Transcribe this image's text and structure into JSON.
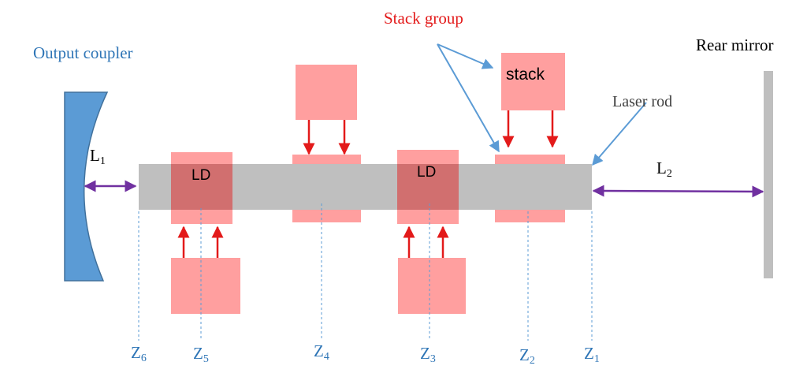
{
  "labels": {
    "output_coupler": "Output coupler",
    "rear_mirror": "Rear mirror",
    "stack_group": "Stack group",
    "stack": "stack",
    "laser_rod": "Laser rod",
    "ld_left": "LD",
    "ld_right": "LD",
    "l1_base": "L",
    "l1_sub": "1",
    "l2_base": "L",
    "l2_sub": "2"
  },
  "positions": [
    {
      "base": "Z",
      "sub": "6"
    },
    {
      "base": "Z",
      "sub": "5"
    },
    {
      "base": "Z",
      "sub": "4"
    },
    {
      "base": "Z",
      "sub": "3"
    },
    {
      "base": "Z",
      "sub": "2"
    },
    {
      "base": "Z",
      "sub": "1"
    }
  ],
  "colors": {
    "coupler": "#5b9bd5",
    "coupler_stroke": "#41719c",
    "mirror": "#bfbfbf",
    "rod": "#bfbfbf",
    "pink": "#ff9f9f",
    "overlap": "#d16f6f",
    "red_arrow": "#e31a1a",
    "purple_arrow": "#7030a0",
    "callout": "#5b9bd5",
    "blue_text": "#2e75b6",
    "red_text": "#e31a1a",
    "dashed": "#5b9bd5"
  }
}
